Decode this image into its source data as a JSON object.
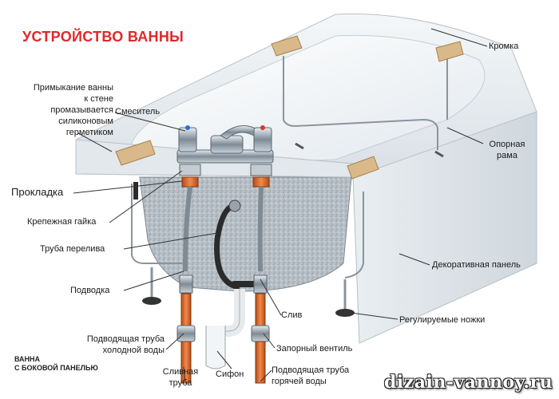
{
  "title": "УСТРОЙСТВО ВАННЫ",
  "labels": {
    "primykanie": [
      "Примыкание ванны",
      "к стене",
      "промазывается",
      "силиконовым",
      "герметиком"
    ],
    "smesitel": "Смеситель",
    "prokladka": "Прокладка",
    "krepezhnaya_gayka": "Крепежная гайка",
    "truba_pereliva": "Труба перелива",
    "podvodka": "Подводка",
    "podvod_holod": [
      "Подводящая труба",
      "холодной воды"
    ],
    "slivnaya_truba": [
      "Сливная",
      "труба"
    ],
    "sifon": "Сифон",
    "podvod_gor": [
      "Подводящая труба",
      "горячей воды"
    ],
    "zapornyy_ventil": "Запорный вентиль",
    "sliv": "Слив",
    "reguliruemye_nozhki": "Регулируемые ножки",
    "dekorativnaya_panel": "Декоративная панель",
    "opornaya_rama": [
      "Опорная",
      "рама"
    ],
    "kromka": "Кромка"
  },
  "footnote": [
    "ВАННА",
    "С БОКОВОЙ ПАНЕЛЬЮ"
  ],
  "watermark": "dizain-vannoy.ru",
  "colors": {
    "title": "#e0282b",
    "copper": "#d9662a",
    "metal": "#9aa3ab",
    "bath_shell": "#eef2f4",
    "wood": "#d9b98a"
  }
}
